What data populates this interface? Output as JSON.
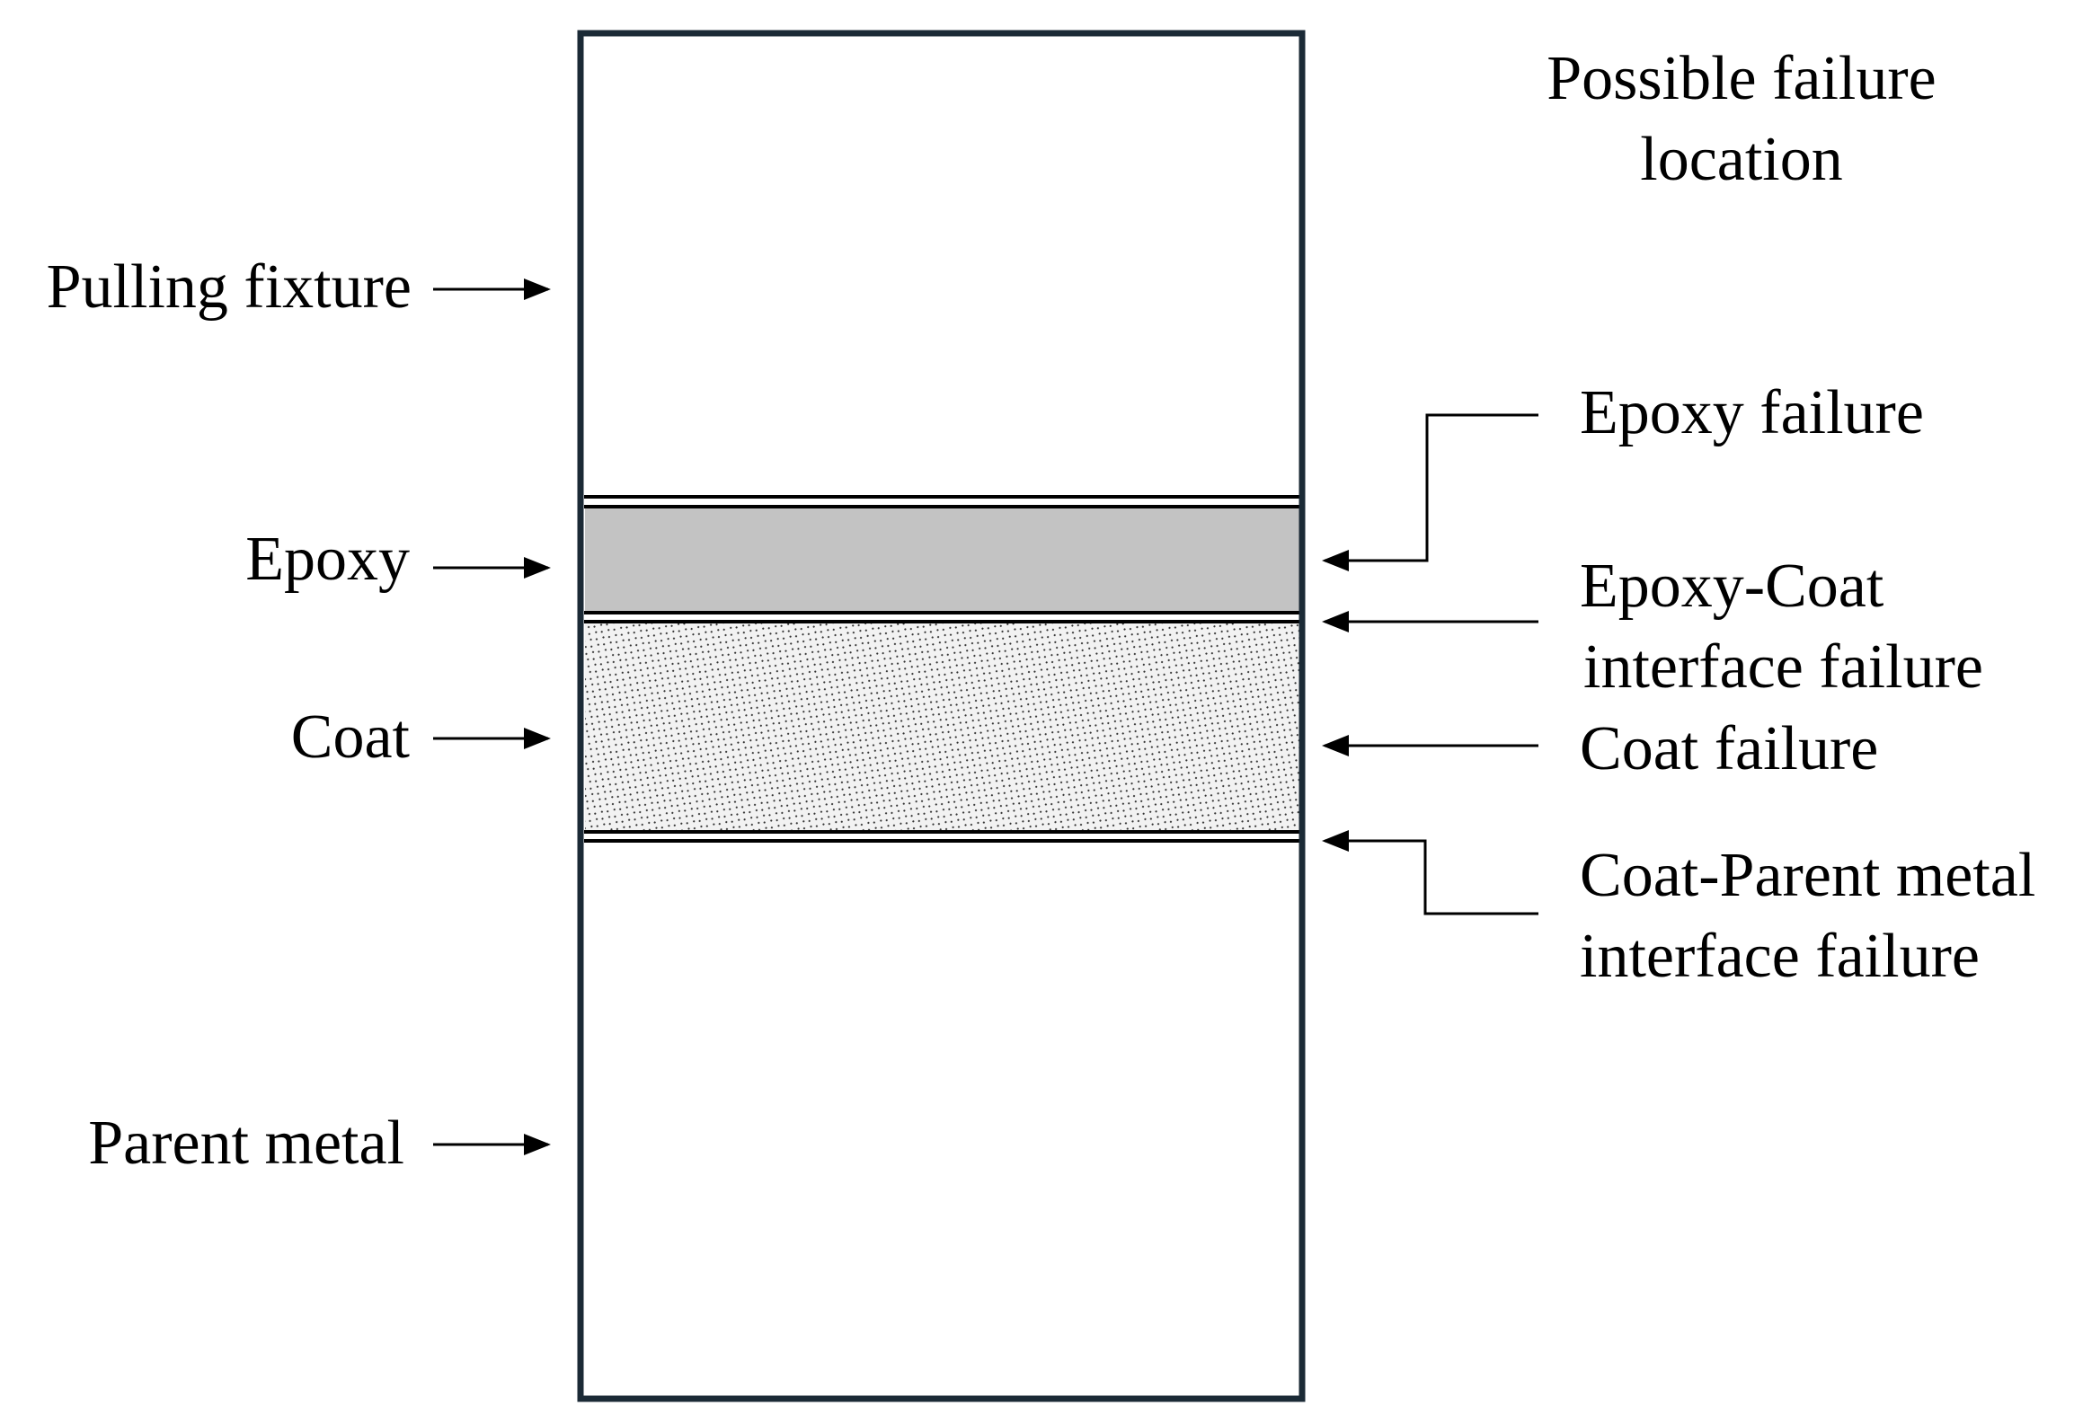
{
  "heading": {
    "line1": "Possible failure",
    "line2": "location"
  },
  "left_labels": {
    "pulling_fixture": "Pulling fixture",
    "epoxy": "Epoxy",
    "coat": "Coat",
    "parent_metal": "Parent metal"
  },
  "right_labels": {
    "epoxy_failure": "Epoxy failure",
    "epoxy_coat_line1": "Epoxy-Coat",
    "epoxy_coat_line2": "interface failure",
    "coat_failure": "Coat failure",
    "coat_parent_line1": "Coat-Parent metal",
    "coat_parent_line2": "interface failure"
  },
  "colors": {
    "frame": "#1b2a36",
    "epoxy_fill": "#c3c3c3",
    "coat_fill": "#f2f2f2",
    "coat_dots": "#333333",
    "lines": "#000000"
  }
}
